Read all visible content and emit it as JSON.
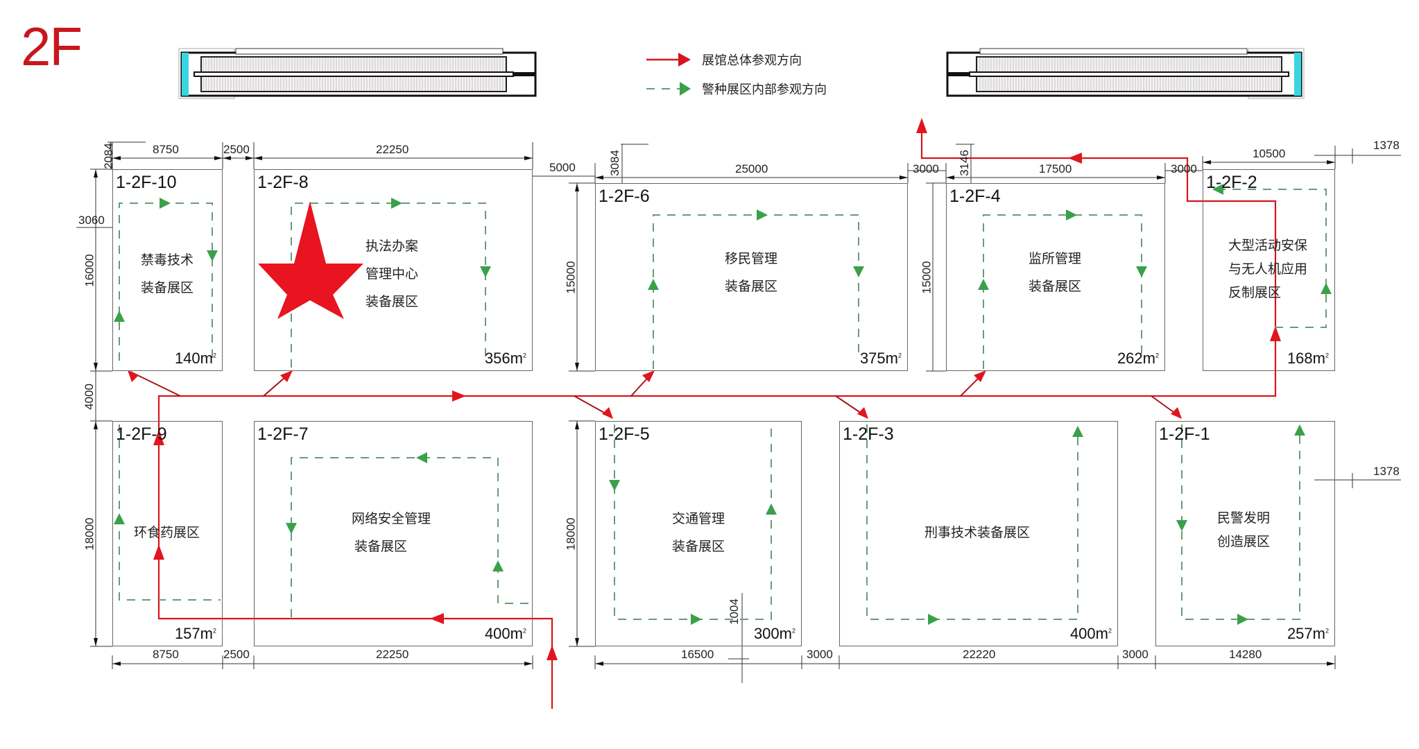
{
  "floor": {
    "title": "2F"
  },
  "legend": {
    "main_route_label": "展馆总体参观方向",
    "inner_route_label": "警种展区内部参观方向"
  },
  "colors": {
    "title": "#c8161d",
    "main_route": "#d7151d",
    "inner_route": "#3aa04a",
    "inner_route_dash": "#6a9a78",
    "wall": "#666666",
    "escalator_accent": "#38d6e0",
    "star": "#e8141f"
  },
  "rooms": [
    {
      "code": "1-2F-10",
      "name_lines": [
        "禁毒技术",
        "装备展区"
      ],
      "area": "140m"
    },
    {
      "code": "1-2F-8",
      "name_lines": [
        "执法办案",
        "管理中心",
        "装备展区"
      ],
      "area": "356m"
    },
    {
      "code": "1-2F-6",
      "name_lines": [
        "移民管理",
        "装备展区"
      ],
      "area": "375m"
    },
    {
      "code": "1-2F-4",
      "name_lines": [
        "监所管理",
        "装备展区"
      ],
      "area": "262m"
    },
    {
      "code": "1-2F-2",
      "name_lines": [
        "大型活动安保",
        "与无人机应用",
        "反制展区"
      ],
      "area": "168m"
    },
    {
      "code": "1-2F-9",
      "name_lines": [
        "环食药展区"
      ],
      "area": "157m"
    },
    {
      "code": "1-2F-7",
      "name_lines": [
        "网络安全管理",
        "装备展区"
      ],
      "area": "400m"
    },
    {
      "code": "1-2F-5",
      "name_lines": [
        "交通管理",
        "装备展区"
      ],
      "area": "300m"
    },
    {
      "code": "1-2F-3",
      "name_lines": [
        "刑事技术装备展区"
      ],
      "area": "400m"
    },
    {
      "code": "1-2F-1",
      "name_lines": [
        "民警发明",
        "创造展区"
      ],
      "area": "257m"
    }
  ],
  "area_unit_sup": "2",
  "highlight": {
    "marker": "star-icon",
    "room": "1-2F-8"
  },
  "dimensions": {
    "top": [
      "8750",
      "2500",
      "22250",
      "5000",
      "25000",
      "3000",
      "17500",
      "3000",
      "10500",
      "1378"
    ],
    "top_vertical": [
      "2084",
      "3084",
      "3146"
    ],
    "left": [
      "3060",
      "16000",
      "4000",
      "18000",
      "15000",
      "15000",
      "18000"
    ],
    "bottom": [
      "8750",
      "2500",
      "22250",
      "16500",
      "3000",
      "22220",
      "3000",
      "14280"
    ],
    "right": [
      "1378"
    ],
    "inner": [
      "1004"
    ]
  }
}
